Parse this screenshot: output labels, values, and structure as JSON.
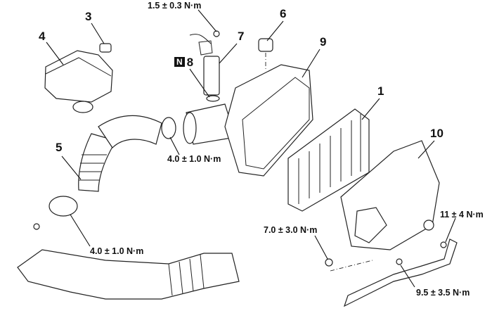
{
  "callouts": {
    "p1": "1",
    "p3": "3",
    "p4": "4",
    "p5": "5",
    "p6": "6",
    "p7": "7",
    "p8": "8",
    "p8_badge": "N",
    "p9": "9",
    "p10": "10"
  },
  "torques": {
    "t_top": "1.5 ± 0.3 N·m",
    "t_clamp_mid": "4.0 ± 1.0 N·m",
    "t_clamp_low": "4.0 ± 1.0 N·m",
    "t_bolt_left": "7.0 ± 3.0 N·m",
    "t_bolt_right": "11 ± 4 N·m",
    "t_bolt_bottom": "9.5 ± 3.5 N·m"
  }
}
